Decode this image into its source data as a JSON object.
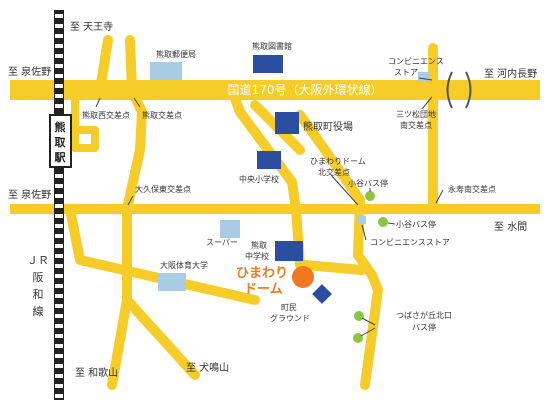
{
  "colors": {
    "road": "#f5cc28",
    "building": "#2c4ea0",
    "light_building": "#a8cce4",
    "dome": "#f07820",
    "bus_stop": "#8cc63e",
    "rail": "#222222",
    "road_label": "#ffffff"
  },
  "destinations": {
    "tennoji": "至 天王寺",
    "izumisano_top": "至 泉佐野",
    "izumisano_mid": "至 泉佐野",
    "kawachinagano": "至 河内長野",
    "mizuma": "至 水間",
    "wakayama": "至 和歌山",
    "inunakiyama": "至 犬鳴山"
  },
  "roads": {
    "route170": "国道170号（大阪外環状線）"
  },
  "station": {
    "name_lines": [
      "熊",
      "取",
      "駅"
    ],
    "jr_line": [
      "ＪＲ",
      "阪",
      "和",
      "線"
    ]
  },
  "intersections": {
    "kumatori_nishi": "熊取西交差点",
    "kumatori": "熊取交差点",
    "okubo_higashi": "大久保東交差点",
    "himawari_kita_1": "ひまわりドーム",
    "himawari_kita_2": "北交差点",
    "mitsumatsu_1": "三ツ松団地",
    "mitsumatsu_2": "南交差点",
    "nagatoshi_minami": "永寿南交差点"
  },
  "buildings": {
    "post_office": "熊取郵便局",
    "library": "熊取図書館",
    "town_office": "熊取町役場",
    "central_elem": "中央小学校",
    "supermarket": "スーパー",
    "middle_school_1": "熊取",
    "middle_school_2": "中学校",
    "university": "大阪体育大学",
    "dome_1": "ひまわり",
    "dome_2": "ドーム",
    "ground_1": "町民",
    "ground_2": "グラウンド"
  },
  "convenience": {
    "top_1": "コンビニエンス",
    "top_2": "ストア",
    "mid": "コンビニエンスストア"
  },
  "bus_stops": {
    "kotani_1": "小谷バス停",
    "kotani_2": "小谷バス停",
    "tsubasagaoka_1": "つばさが丘北口",
    "tsubasagaoka_2": "バス停"
  }
}
